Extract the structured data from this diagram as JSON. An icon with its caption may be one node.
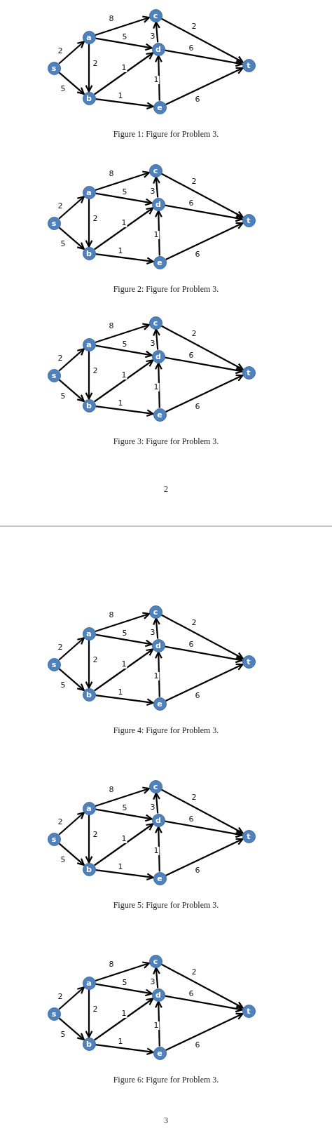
{
  "diagram": {
    "nodes": [
      {
        "text": [
          "s"
        ]
      },
      {
        "text": [
          "a"
        ]
      },
      {
        "text": [
          "b"
        ]
      },
      {
        "text": [
          "c"
        ]
      },
      {
        "text": [
          "d"
        ]
      },
      {
        "text": [
          "e"
        ]
      },
      {
        "text": [
          "t"
        ]
      },
      {
        "text": [
          "s"
        ]
      },
      {
        "text": [
          "a"
        ]
      },
      {
        "text": [
          "b"
        ]
      },
      {
        "text": [
          "c"
        ]
      },
      {
        "text": [
          "d"
        ]
      },
      {
        "text": [
          "e"
        ]
      },
      {
        "text": [
          "t"
        ]
      },
      {
        "text": [
          "s"
        ]
      },
      {
        "text": [
          "a"
        ]
      },
      {
        "text": [
          "b"
        ]
      },
      {
        "text": [
          "c"
        ]
      },
      {
        "text": [
          "d"
        ]
      },
      {
        "text": [
          "e"
        ]
      },
      {
        "text": [
          "t"
        ]
      },
      {
        "text": [
          "s"
        ]
      },
      {
        "text": [
          "a"
        ]
      },
      {
        "text": [
          "b"
        ]
      },
      {
        "text": [
          "c"
        ]
      },
      {
        "text": [
          "d"
        ]
      },
      {
        "text": [
          "e"
        ]
      },
      {
        "text": [
          "t"
        ]
      },
      {
        "text": [
          "s"
        ]
      },
      {
        "text": [
          "a"
        ]
      },
      {
        "text": [
          "b"
        ]
      },
      {
        "text": [
          "c"
        ]
      },
      {
        "text": [
          "d"
        ]
      },
      {
        "text": [
          "e"
        ]
      },
      {
        "text": [
          "t"
        ]
      },
      {
        "text": [
          "s"
        ]
      },
      {
        "text": [
          "a"
        ]
      },
      {
        "text": [
          "b"
        ]
      },
      {
        "text": [
          "c"
        ]
      },
      {
        "text": [
          "d"
        ]
      },
      {
        "text": [
          "e"
        ]
      },
      {
        "text": [
          "t"
        ]
      }
    ],
    "edges": [
      {
        "from": 0,
        "to": 1,
        "arrow": "to",
        "label": "2"
      },
      {
        "from": 0,
        "to": 2,
        "arrow": "to",
        "label": "5"
      },
      {
        "from": 1,
        "to": 3,
        "arrow": "to",
        "label": "8"
      },
      {
        "from": 1,
        "to": 4,
        "arrow": "to",
        "label": "5"
      },
      {
        "from": 1,
        "to": 2,
        "arrow": "to",
        "label": "2"
      },
      {
        "from": 2,
        "to": 4,
        "arrow": "to",
        "label": "1"
      },
      {
        "from": 2,
        "to": 5,
        "arrow": "to",
        "label": "1"
      },
      {
        "from": 4,
        "to": 3,
        "arrow": "to",
        "label": "3"
      },
      {
        "from": 5,
        "to": 4,
        "arrow": "to",
        "label": "1"
      },
      {
        "from": 3,
        "to": 6,
        "arrow": "to",
        "label": "2"
      },
      {
        "from": 4,
        "to": 6,
        "arrow": "to",
        "label": "6"
      },
      {
        "from": 5,
        "to": 6,
        "arrow": "to",
        "label": "6"
      },
      {
        "from": 7,
        "to": 8,
        "arrow": "to",
        "label": "2"
      },
      {
        "from": 7,
        "to": 9,
        "arrow": "to",
        "label": "5"
      },
      {
        "from": 8,
        "to": 10,
        "arrow": "to",
        "label": "8"
      },
      {
        "from": 8,
        "to": 11,
        "arrow": "to",
        "label": "5"
      },
      {
        "from": 8,
        "to": 9,
        "arrow": "to",
        "label": "2"
      },
      {
        "from": 9,
        "to": 11,
        "arrow": "to",
        "label": "1"
      },
      {
        "from": 9,
        "to": 12,
        "arrow": "to",
        "label": "1"
      },
      {
        "from": 11,
        "to": 10,
        "arrow": "to",
        "label": "3"
      },
      {
        "from": 12,
        "to": 11,
        "arrow": "to",
        "label": "1"
      },
      {
        "from": 10,
        "to": 13,
        "arrow": "to",
        "label": "2"
      },
      {
        "from": 11,
        "to": 13,
        "arrow": "to",
        "label": "6"
      },
      {
        "from": 12,
        "to": 13,
        "arrow": "to",
        "label": "6"
      },
      {
        "from": 14,
        "to": 15,
        "arrow": "to",
        "label": "2"
      },
      {
        "from": 14,
        "to": 16,
        "arrow": "to",
        "label": "5"
      },
      {
        "from": 15,
        "to": 17,
        "arrow": "to",
        "label": "8"
      },
      {
        "from": 15,
        "to": 18,
        "arrow": "to",
        "label": "5"
      },
      {
        "from": 15,
        "to": 16,
        "arrow": "to",
        "label": "2"
      },
      {
        "from": 16,
        "to": 18,
        "arrow": "to",
        "label": "1"
      },
      {
        "from": 16,
        "to": 19,
        "arrow": "to",
        "label": "1"
      },
      {
        "from": 18,
        "to": 17,
        "arrow": "to",
        "label": "3"
      },
      {
        "from": 19,
        "to": 18,
        "arrow": "to",
        "label": "1"
      },
      {
        "from": 17,
        "to": 20,
        "arrow": "to",
        "label": "2"
      },
      {
        "from": 18,
        "to": 20,
        "arrow": "to",
        "label": "6"
      },
      {
        "from": 19,
        "to": 20,
        "arrow": "to",
        "label": "6"
      },
      {
        "from": 21,
        "to": 22,
        "arrow": "to",
        "label": "2"
      },
      {
        "from": 21,
        "to": 23,
        "arrow": "to",
        "label": "5"
      },
      {
        "from": 22,
        "to": 24,
        "arrow": "to",
        "label": "8"
      },
      {
        "from": 22,
        "to": 25,
        "arrow": "to",
        "label": "5"
      },
      {
        "from": 22,
        "to": 23,
        "arrow": "to",
        "label": "2"
      },
      {
        "from": 23,
        "to": 25,
        "arrow": "to",
        "label": "1"
      },
      {
        "from": 23,
        "to": 26,
        "arrow": "to",
        "label": "1"
      },
      {
        "from": 25,
        "to": 24,
        "arrow": "to",
        "label": "3"
      },
      {
        "from": 26,
        "to": 25,
        "arrow": "to",
        "label": "1"
      },
      {
        "from": 24,
        "to": 27,
        "arrow": "to",
        "label": "2"
      },
      {
        "from": 25,
        "to": 27,
        "arrow": "to",
        "label": "6"
      },
      {
        "from": 26,
        "to": 27,
        "arrow": "to",
        "label": "6"
      },
      {
        "from": 28,
        "to": 29,
        "arrow": "to",
        "label": "2"
      },
      {
        "from": 28,
        "to": 30,
        "arrow": "to",
        "label": "5"
      },
      {
        "from": 29,
        "to": 31,
        "arrow": "to",
        "label": "8"
      },
      {
        "from": 29,
        "to": 32,
        "arrow": "to",
        "label": "5"
      },
      {
        "from": 29,
        "to": 30,
        "arrow": "to",
        "label": "2"
      },
      {
        "from": 30,
        "to": 32,
        "arrow": "to",
        "label": "1"
      },
      {
        "from": 30,
        "to": 33,
        "arrow": "to",
        "label": "1"
      },
      {
        "from": 32,
        "to": 31,
        "arrow": "to",
        "label": "3"
      },
      {
        "from": 33,
        "to": 32,
        "arrow": "to",
        "label": "1"
      },
      {
        "from": 31,
        "to": 34,
        "arrow": "to",
        "label": "2"
      },
      {
        "from": 32,
        "to": 34,
        "arrow": "to",
        "label": "6"
      },
      {
        "from": 33,
        "to": 34,
        "arrow": "to",
        "label": "6"
      },
      {
        "from": 35,
        "to": 36,
        "arrow": "to",
        "label": "2"
      },
      {
        "from": 35,
        "to": 37,
        "arrow": "to",
        "label": "5"
      },
      {
        "from": 36,
        "to": 38,
        "arrow": "to",
        "label": "8"
      },
      {
        "from": 36,
        "to": 39,
        "arrow": "to",
        "label": "5"
      },
      {
        "from": 36,
        "to": 37,
        "arrow": "to",
        "label": "2"
      },
      {
        "from": 37,
        "to": 39,
        "arrow": "to",
        "label": "1"
      },
      {
        "from": 37,
        "to": 40,
        "arrow": "to",
        "label": "1"
      },
      {
        "from": 39,
        "to": 38,
        "arrow": "to",
        "label": "3"
      },
      {
        "from": 40,
        "to": 39,
        "arrow": "to",
        "label": "1"
      },
      {
        "from": 38,
        "to": 41,
        "arrow": "to",
        "label": "2"
      },
      {
        "from": 39,
        "to": 41,
        "arrow": "to",
        "label": "6"
      },
      {
        "from": 40,
        "to": 41,
        "arrow": "to",
        "label": "6"
      }
    ],
    "labels": [
      "Figure 1: Figure for Problem 3.",
      "Figure 2: Figure for Problem 3.",
      "Figure 3: Figure for Problem 3.",
      "2",
      "Figure 4: Figure for Problem 3.",
      "Figure 5: Figure for Problem 3.",
      "Figure 6: Figure for Problem 3.",
      "3"
    ]
  }
}
